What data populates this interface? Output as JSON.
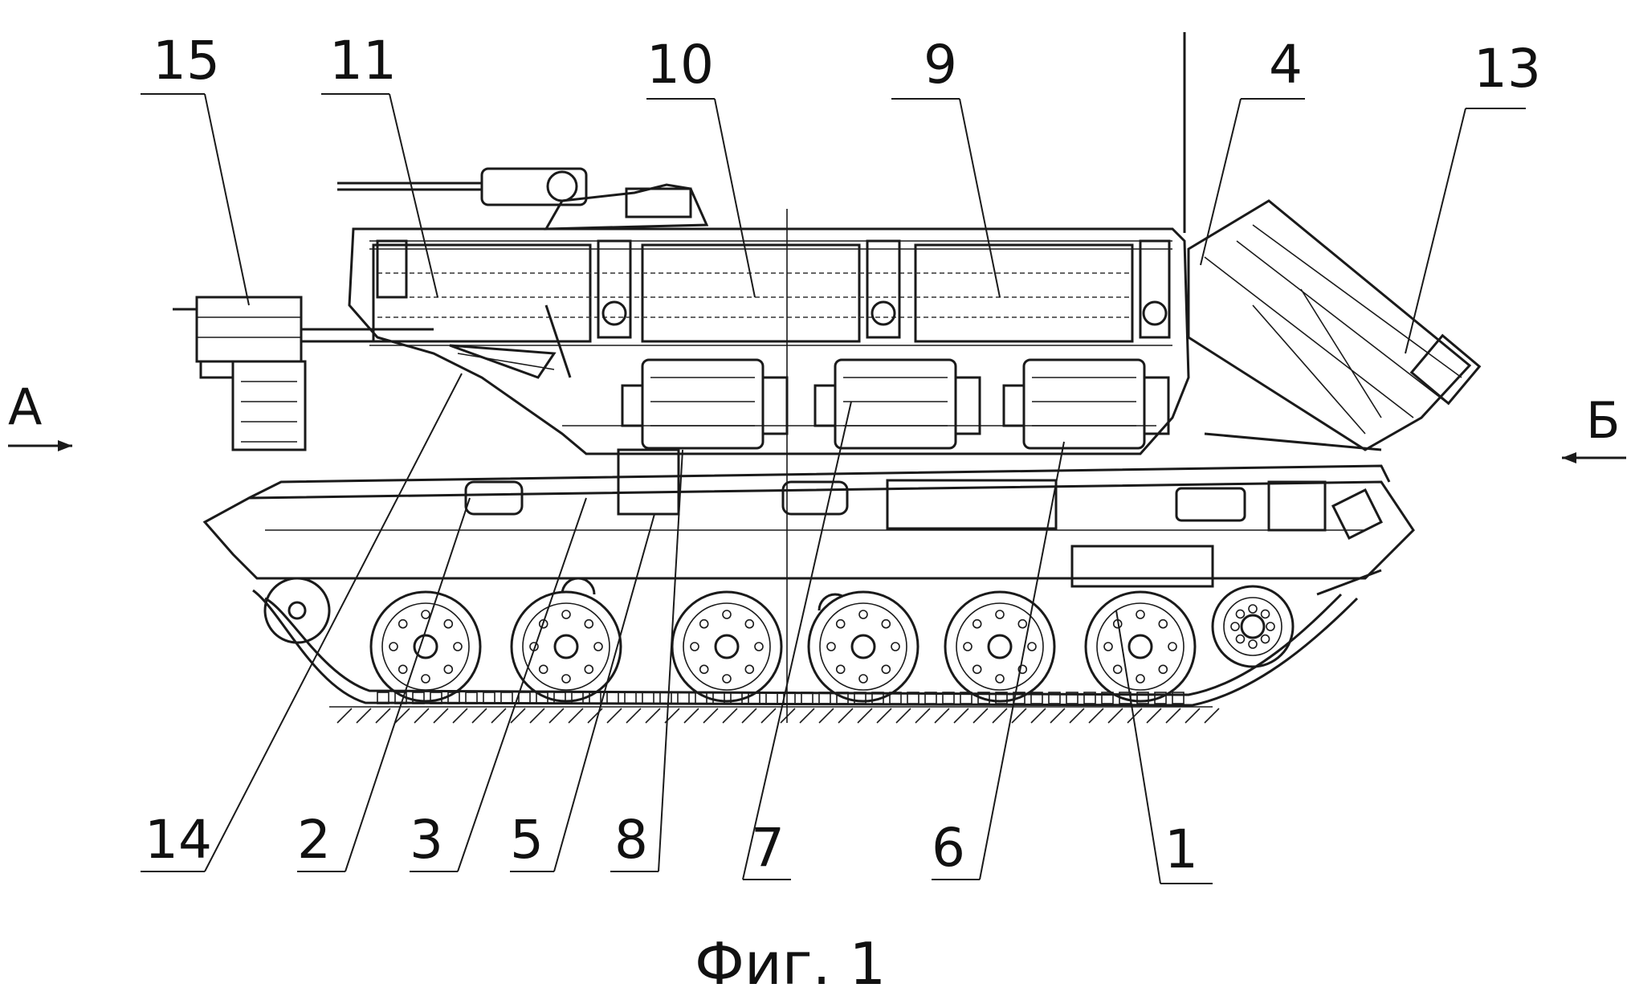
{
  "figure": {
    "caption": "Фиг. 1",
    "view_markers": {
      "left": "А",
      "right": "Б"
    },
    "callouts": [
      {
        "id": "c15",
        "label": "15"
      },
      {
        "id": "c11",
        "label": "11"
      },
      {
        "id": "c10",
        "label": "10"
      },
      {
        "id": "c9",
        "label": "9"
      },
      {
        "id": "c4",
        "label": "4"
      },
      {
        "id": "c13",
        "label": "13"
      },
      {
        "id": "c14",
        "label": "14"
      },
      {
        "id": "c2",
        "label": "2"
      },
      {
        "id": "c3",
        "label": "3"
      },
      {
        "id": "c5",
        "label": "5"
      },
      {
        "id": "c8",
        "label": "8"
      },
      {
        "id": "c7",
        "label": "7"
      },
      {
        "id": "c6",
        "label": "6"
      },
      {
        "id": "c1",
        "label": "1"
      }
    ]
  }
}
